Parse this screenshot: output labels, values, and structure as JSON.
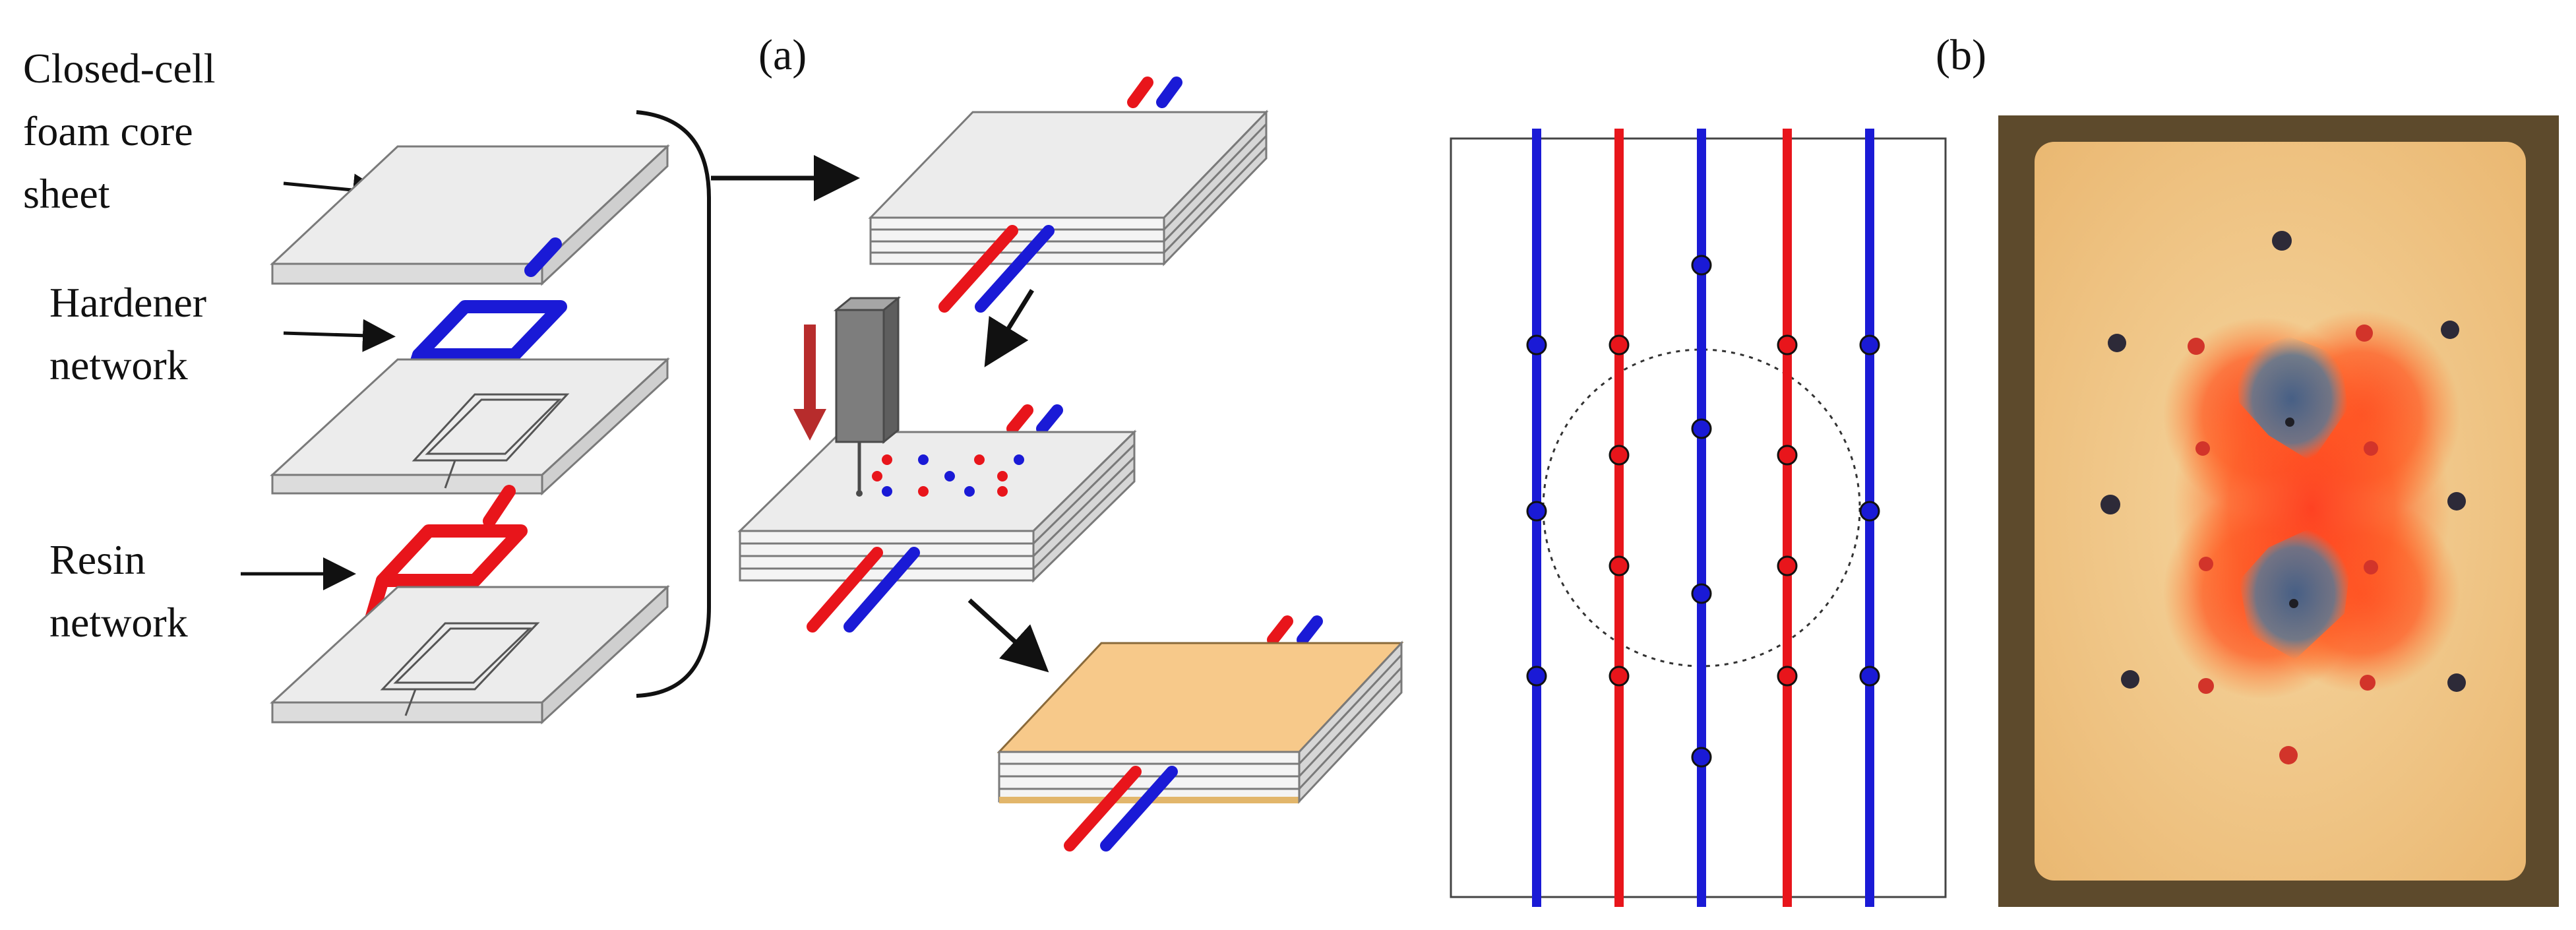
{
  "panel_labels": {
    "a": "(a)",
    "b": "(b)"
  },
  "layer_labels": {
    "foam_line1": "Closed-cell",
    "foam_line2": "foam core",
    "foam_line3": "sheet",
    "hardener_line1": "Hardener",
    "hardener_line2": "network",
    "resin_line1": "Resin",
    "resin_line2": "network"
  },
  "colors": {
    "resin": "#e8151b",
    "hardener": "#1a1ad6",
    "sheet_fill": "#ececec",
    "sheet_edge": "#7a7a7a",
    "cured_top": "#f7c98a",
    "injector": "#7d7d7d",
    "down_arrow": "#b72c2c",
    "photo_bg": "#f2c98a",
    "photo_frame": "#5d4a2c"
  },
  "icons": {
    "needle": "injector-needle-icon",
    "down_arrow": "down-arrow-icon"
  }
}
